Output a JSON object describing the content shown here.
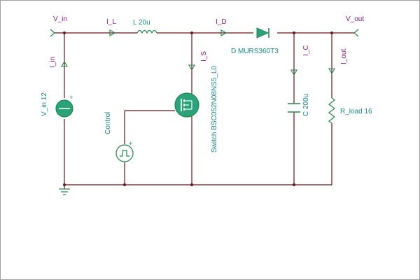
{
  "nets": {
    "v_in": "V_in",
    "v_out": "V_out",
    "i_l": "I_L",
    "i_d": "I_D",
    "i_s": "I_S",
    "i_c": "I_C",
    "i_out": "I_out",
    "i_in": "I_in"
  },
  "components": {
    "inductor": "L 20u",
    "diode": "D MURS360T3",
    "capacitor": "C 200u",
    "load": "R_load 16",
    "source": "V_in 12",
    "switch": "Switch BSC052N08NS5_L0",
    "control": "Control"
  },
  "colors": {
    "wire": "#6b1515",
    "part": "#1d8a4a",
    "part_fill": "#2aa37a",
    "net_label": "#8b1a8b",
    "component_label": "#158a8a",
    "border": "#a0a0a0"
  }
}
